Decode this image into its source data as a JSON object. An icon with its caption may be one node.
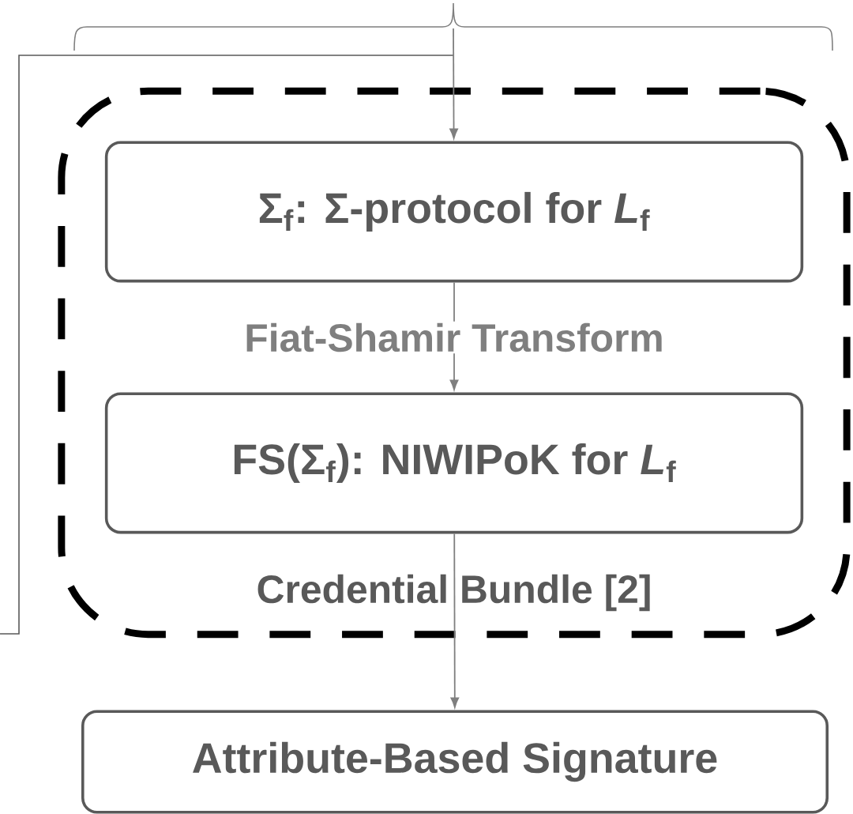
{
  "diagram": {
    "nodes": [
      {
        "text": [
          "Credential Bundle [2]"
        ]
      },
      {
        "text": [
          "Σ$_{f}$: Σ-protocol for *L*$_{f}$"
        ],
        "in": 0
      },
      {
        "text": [
          "FS(Σ$_{f}$): NIWIPoK for *L*$_{f}$"
        ],
        "in": 0
      },
      {
        "text": [
          "Attribute-Based Signature"
        ]
      }
    ],
    "edges": [
      {
        "from": null,
        "to": 1,
        "arrow": "to"
      },
      {
        "from": 1,
        "to": 2,
        "arrow": "to",
        "label": "Fiat-Shamir Transform"
      },
      {
        "from": 2,
        "to": 3,
        "arrow": "to"
      }
    ]
  }
}
